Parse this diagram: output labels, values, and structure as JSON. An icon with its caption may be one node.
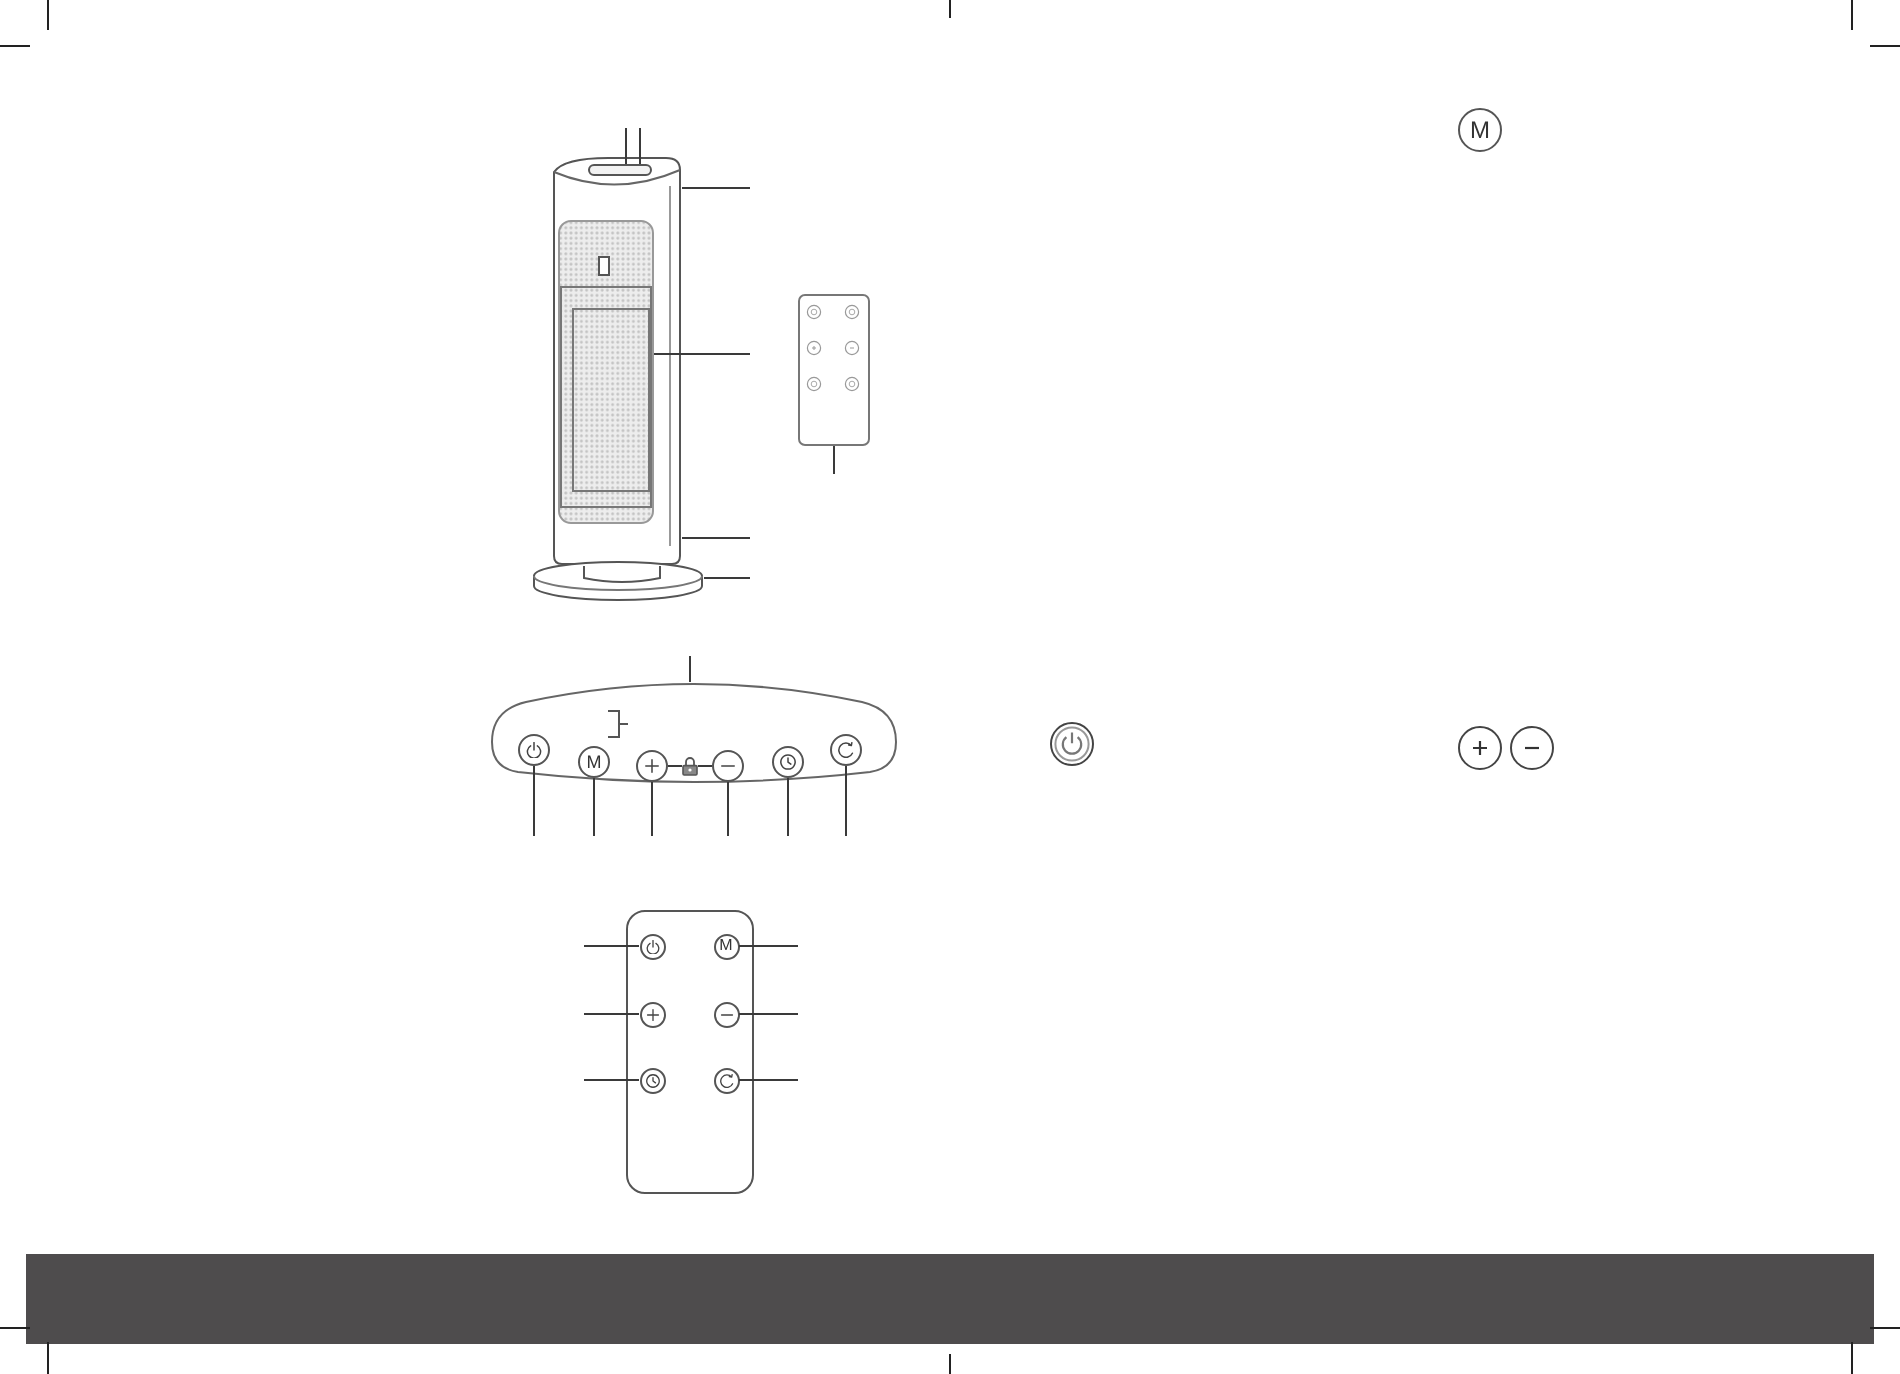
{
  "diagram": {
    "nodes": [
      {
        "text": [],
        "shape": "picture"
      },
      {
        "text": [],
        "shape": "box",
        "in": 0
      },
      {
        "text": [],
        "shape": "picture",
        "in": 0
      },
      {
        "text": [],
        "shape": "picture"
      },
      {
        "text": [],
        "shape": "picture"
      },
      {
        "text": [],
        "shape": "picture"
      },
      {
        "text": [],
        "shape": "circle",
        "in": 5
      },
      {
        "text": [
          "M"
        ],
        "in": 5
      },
      {
        "text": [],
        "shape": "circle",
        "in": 5
      },
      {
        "text": [],
        "shape": "picture",
        "in": 5
      },
      {
        "text": [],
        "shape": "circle",
        "in": 5
      },
      {
        "text": [],
        "shape": "circle",
        "in": 5
      },
      {
        "text": [],
        "shape": "circle",
        "in": 5
      },
      {
        "text": [],
        "shape": "picture"
      },
      {
        "text": [],
        "shape": "circle",
        "in": 13
      },
      {
        "text": [
          "M"
        ],
        "in": 13
      },
      {
        "text": [],
        "shape": "circle",
        "in": 13
      },
      {
        "text": [],
        "shape": "circle",
        "in": 13
      },
      {
        "text": [],
        "shape": "circle",
        "in": 13
      },
      {
        "text": [],
        "shape": "circle",
        "in": 13
      },
      {
        "text": [
          "M"
        ]
      }
    ],
    "edges": [
      {
        "from": null,
        "to": 1,
        "arrow": "none"
      },
      {
        "from": null,
        "to": 1,
        "arrow": "none"
      },
      {
        "from": null,
        "to": 0,
        "arrow": "none"
      },
      {
        "from": null,
        "to": 2,
        "arrow": "none"
      },
      {
        "from": null,
        "to": 0,
        "arrow": "none"
      },
      {
        "from": null,
        "to": 3,
        "arrow": "none"
      },
      {
        "from": null,
        "to": 4,
        "arrow": "none"
      },
      {
        "from": null,
        "to": 5,
        "arrow": "none"
      },
      {
        "from": null,
        "to": 6,
        "arrow": "none"
      },
      {
        "from": null,
        "to": 7,
        "arrow": "none"
      },
      {
        "from": null,
        "to": 8,
        "arrow": "none"
      },
      {
        "from": null,
        "to": 10,
        "arrow": "none"
      },
      {
        "from": null,
        "to": 11,
        "arrow": "none"
      },
      {
        "from": null,
        "to": 12,
        "arrow": "none"
      },
      {
        "from": 8,
        "to": 9,
        "arrow": "none"
      },
      {
        "from": 9,
        "to": 10,
        "arrow": "none"
      },
      {
        "from": null,
        "to": 14,
        "arrow": "none"
      },
      {
        "from": null,
        "to": 15,
        "arrow": "none"
      },
      {
        "from": null,
        "to": 16,
        "arrow": "none"
      },
      {
        "from": null,
        "to": 17,
        "arrow": "none"
      },
      {
        "from": null,
        "to": 18,
        "arrow": "none"
      },
      {
        "from": null,
        "to": 19,
        "arrow": "none"
      }
    ]
  }
}
